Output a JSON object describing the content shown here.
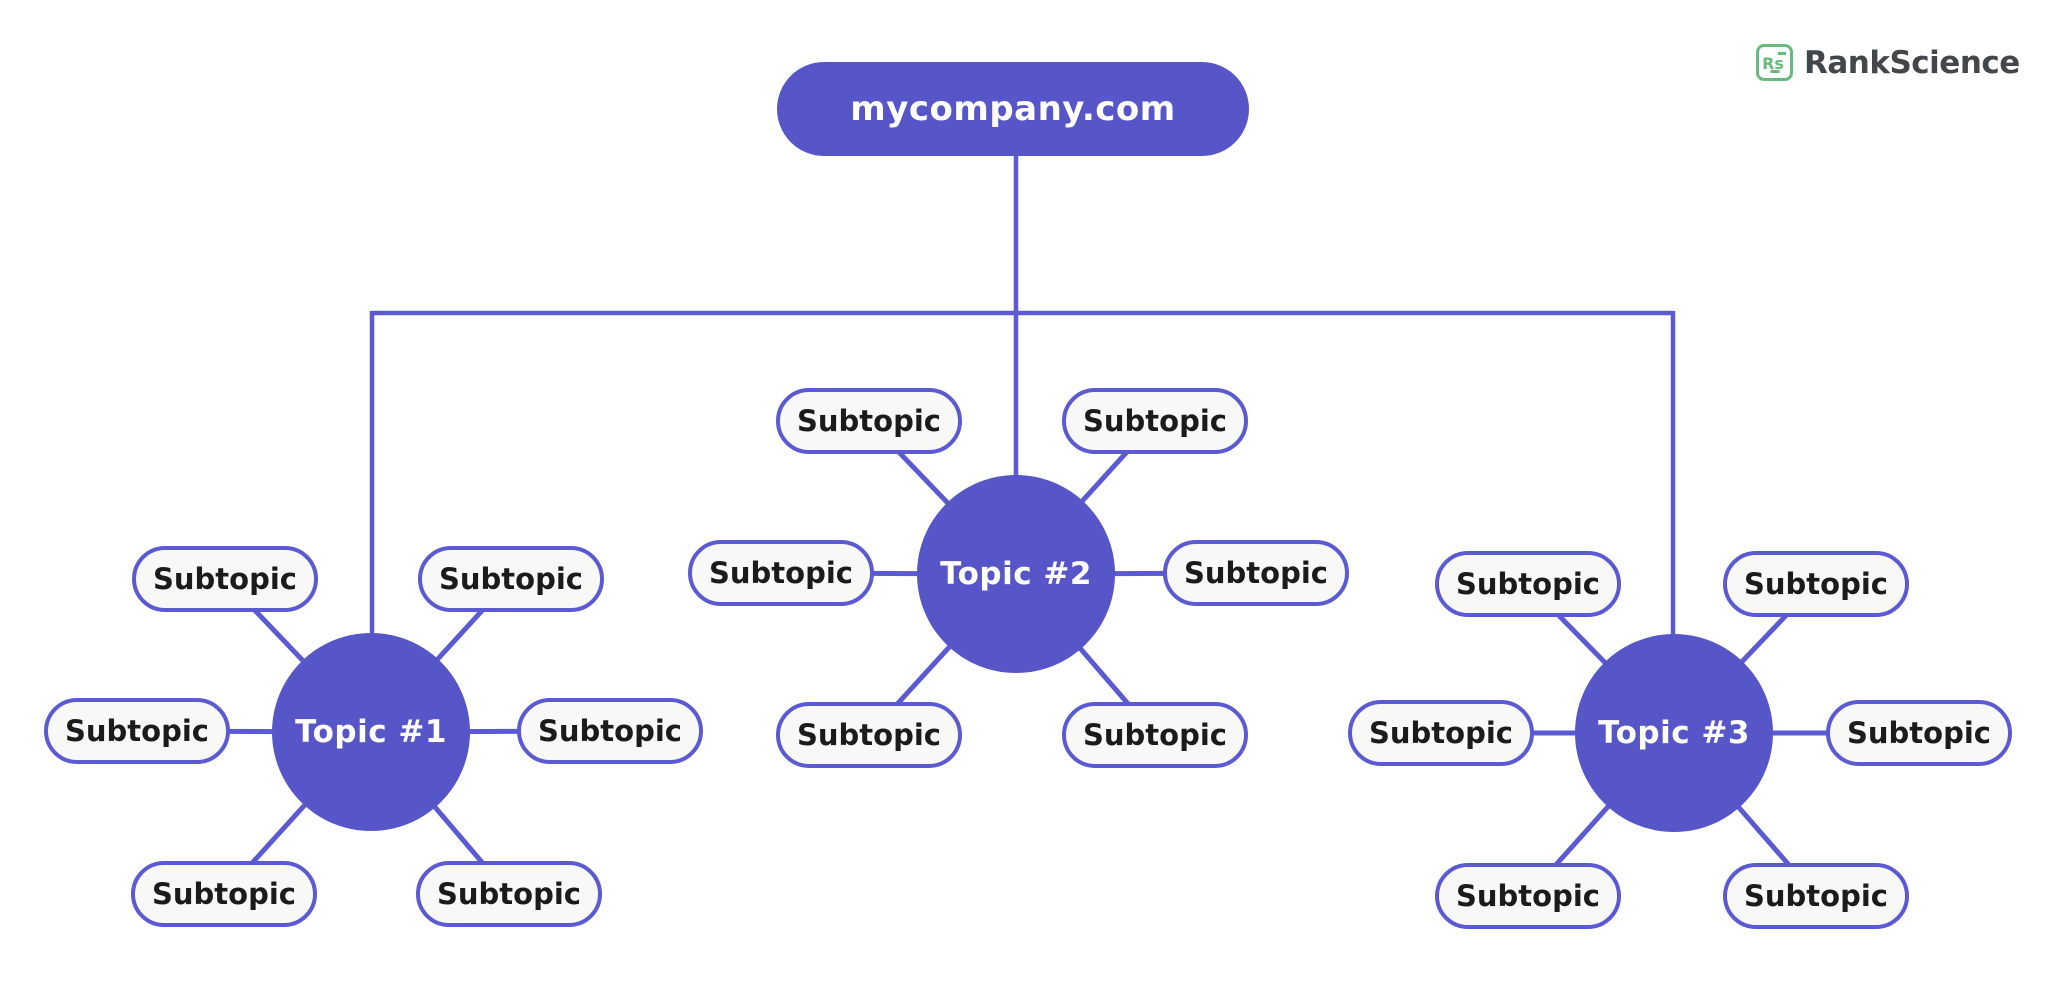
{
  "logo": {
    "icon_label": "Rs",
    "brand": "RankScience"
  },
  "root": {
    "label": "mycompany.com"
  },
  "clusters": [
    {
      "label": "Topic #1",
      "subtopics": [
        "Subtopic",
        "Subtopic",
        "Subtopic",
        "Subtopic",
        "Subtopic",
        "Subtopic"
      ]
    },
    {
      "label": "Topic #2",
      "subtopics": [
        "Subtopic",
        "Subtopic",
        "Subtopic",
        "Subtopic",
        "Subtopic",
        "Subtopic"
      ]
    },
    {
      "label": "Topic #3",
      "subtopics": [
        "Subtopic",
        "Subtopic",
        "Subtopic",
        "Subtopic",
        "Subtopic",
        "Subtopic"
      ]
    }
  ],
  "colors": {
    "node_fill": "#5756C8",
    "connector": "#5B5AD2",
    "pill_fill": "#F8F8F7",
    "pill_border": "#5B5AD2",
    "pill_text": "#1B1B1B",
    "node_text": "#FFFFFF",
    "logo_green": "#68BA7C",
    "logo_text": "#43474A",
    "background": "#FFFFFF"
  }
}
